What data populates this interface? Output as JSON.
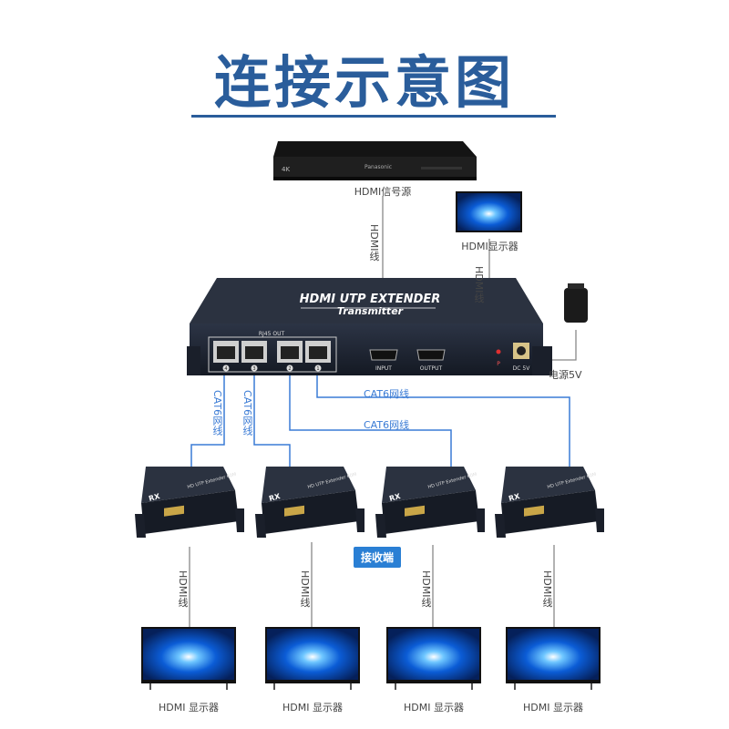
{
  "title": "连接示意图",
  "source_label": "HDMI信号源",
  "local_display_label": "HDMI显示器",
  "power_label": "电源5V",
  "rx_label": "接收端",
  "cable_hdmi": "HDMI线",
  "cable_cat6": "CAT6网线",
  "display_label": "HDMI 显示器",
  "player": {
    "brand": "Panasonic",
    "badge": "4K"
  },
  "transmitter": {
    "line1": "HDMI UTP EXTENDER",
    "line2": "Transmitter",
    "rj45_label": "RJ45 OUT",
    "port_numbers": [
      "4",
      "3",
      "2",
      "1"
    ],
    "input_label": "INPUT",
    "output_label": "OUTPUT",
    "dc_label": "DC 5V",
    "power_led": "P"
  },
  "receiver": {
    "text": "HD UTP Extender 60M",
    "badge": "RX"
  },
  "colors": {
    "title": "#2a5d9b",
    "cable_cat6": "#3a7bd5",
    "device": "#1e2533",
    "screen": "#0a3fa8"
  }
}
